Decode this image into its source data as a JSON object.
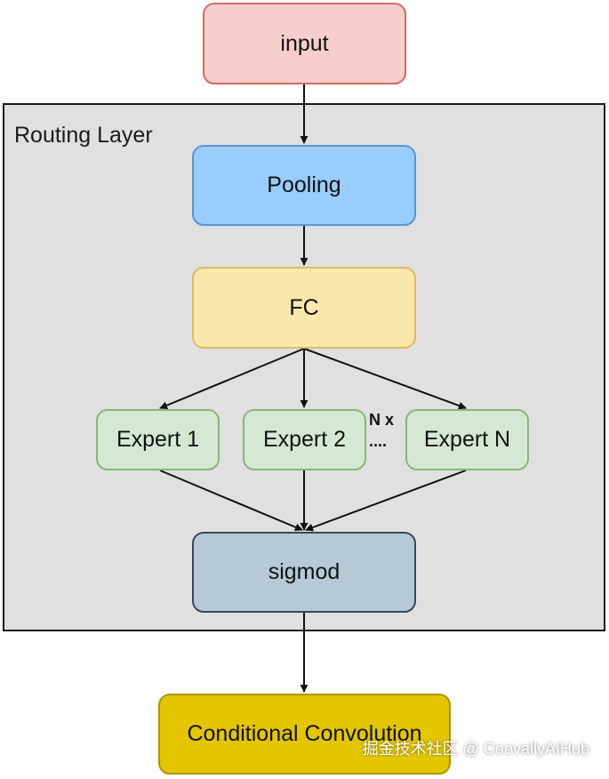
{
  "diagram": {
    "group": {
      "label": "Routing Layer"
    },
    "nodes": {
      "input": "input",
      "pooling": "Pooling",
      "fc": "FC",
      "expert_1": "Expert 1",
      "expert_2": "Expert 2",
      "expert_n": "Expert N",
      "sigmod": "sigmod",
      "conditional_convolution": "Conditional Convolution"
    },
    "annotations": {
      "n_times": "N x",
      "ellipsis": "...."
    },
    "colors": {
      "input_fill": "#f8cecc",
      "pooling_fill": "#99ccff",
      "fc_fill": "#fae7ab",
      "expert_fill": "#d5e8d4",
      "sigmod_fill": "#b5c9d6",
      "conditional_fill": "#e3c500",
      "group_fill": "#e0e0e0"
    },
    "edges": [
      {
        "from": "input",
        "to": "pooling"
      },
      {
        "from": "pooling",
        "to": "fc"
      },
      {
        "from": "fc",
        "to": "expert_1"
      },
      {
        "from": "fc",
        "to": "expert_2"
      },
      {
        "from": "fc",
        "to": "expert_n"
      },
      {
        "from": "expert_1",
        "to": "sigmod"
      },
      {
        "from": "expert_2",
        "to": "sigmod"
      },
      {
        "from": "expert_n",
        "to": "sigmod"
      },
      {
        "from": "sigmod",
        "to": "conditional_convolution"
      }
    ]
  },
  "watermark": {
    "text": "掘金技术社区 @ CoovallyAIHub"
  }
}
